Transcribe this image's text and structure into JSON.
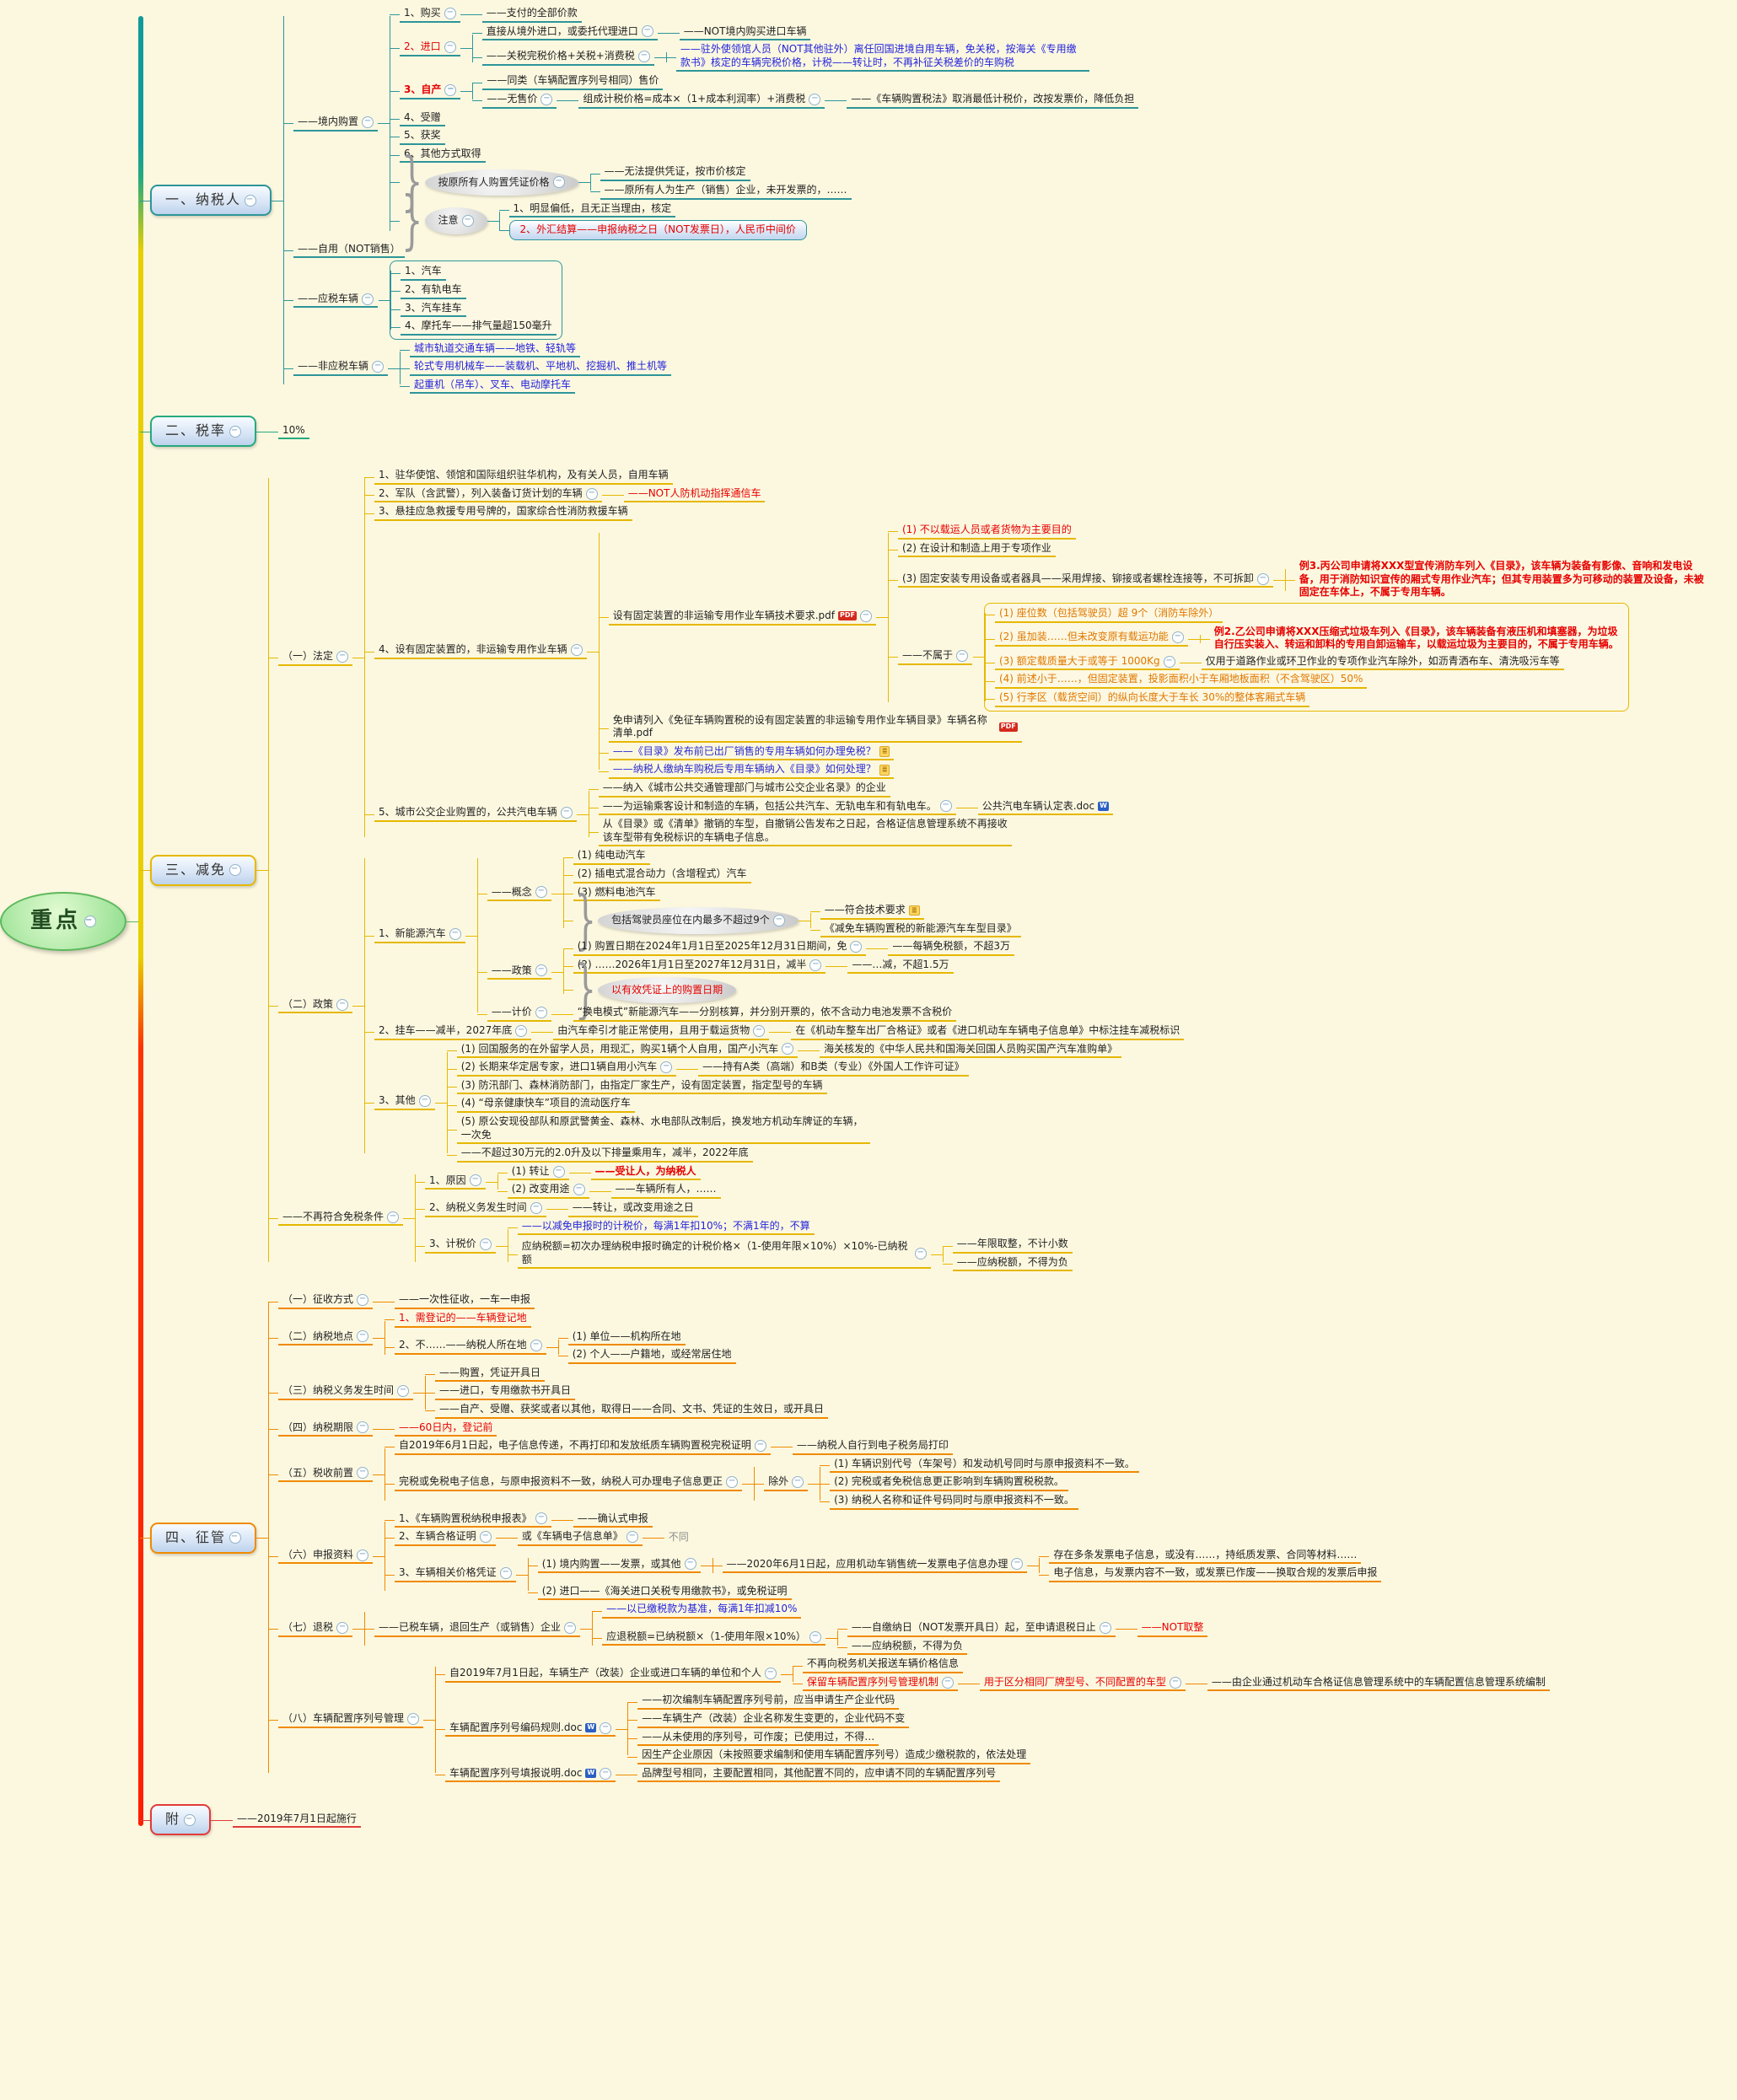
{
  "root": {
    "t": "重点",
    "s": "root",
    "n": "root-node",
    "bc": "#5cb85c",
    "ch": [
      {
        "t": "一、纳税人",
        "s": "mainbox",
        "n": "branch-taxpayer",
        "bc": "#2e9599",
        "ch": [
          {
            "t": "——境内购置",
            "ch": [
              {
                "t": "1、购买",
                "ch": [
                  {
                    "t": "——支付的全部价款"
                  }
                ]
              },
              {
                "t": "2、进口",
                "cls": "red",
                "ch": [
                  {
                    "t": "直接从境外进口，或委托代理进口",
                    "ch": [
                      {
                        "t": "——NOT境内购买进口车辆"
                      }
                    ]
                  },
                  {
                    "t": "——关税完税价格+关税+消费税",
                    "ch": [
                      {
                        "t": "——驻外使领馆人员（NOT其他驻外）离任回国进境自用车辆，免关税，按海关《专用缴款书》核定的车辆完税价格，计税——转让时，不再补征关税差价的车购税",
                        "cls": "blue"
                      }
                    ]
                  }
                ]
              },
              {
                "t": "3、自产",
                "cls": "red bold",
                "ch": [
                  {
                    "t": "——同类（车辆配置序列号相同）售价"
                  },
                  {
                    "t": "——无售价",
                    "ch": [
                      {
                        "t": "组成计税价格=成本×（1+成本利润率）+消费税",
                        "ch": [
                          {
                            "t": "——《车辆购置税法》取消最低计税价，改按发票价，降低负担"
                          }
                        ]
                      }
                    ]
                  }
                ]
              },
              {
                "t": "4、受赠"
              },
              {
                "t": "5、获奖"
              },
              {
                "t": "6、其他方式取得"
              },
              {
                "t": "按原所有人购置凭证价格",
                "s": "ellipse",
                "brace": true,
                "ch": [
                  {
                    "t": "——无法提供凭证，按市价核定"
                  },
                  {
                    "t": "——原所有人为生产（销售）企业，未开发票的，……"
                  }
                ]
              },
              {
                "t": "注意",
                "s": "ellipse",
                "brace": true,
                "n": "note-callout",
                "ch": [
                  {
                    "t": "1、明显偏低，且无正当理由，核定"
                  },
                  {
                    "t": "2、外汇结算——申报纳税之日（NOT发票日），人民币中间价",
                    "cls": "red",
                    "s": "box"
                  }
                ]
              }
            ]
          },
          {
            "t": "——自用（NOT销售）"
          },
          {
            "t": "——应税车辆",
            "frame": true,
            "ch": [
              {
                "t": "1、汽车"
              },
              {
                "t": "2、有轨电车"
              },
              {
                "t": "3、汽车挂车"
              },
              {
                "t": "4、摩托车——排气量超150毫升"
              }
            ]
          },
          {
            "t": "——非应税车辆",
            "ch": [
              {
                "t": "城市轨道交通车辆——地铁、轻轨等",
                "cls": "blue"
              },
              {
                "t": "轮式专用机械车——装载机、平地机、挖掘机、推土机等",
                "cls": "blue"
              },
              {
                "t": "起重机（吊车）、叉车、电动摩托车",
                "cls": "blue"
              }
            ]
          }
        ]
      },
      {
        "t": "二、税率",
        "s": "mainbox",
        "n": "branch-taxrate",
        "bc": "#27aa7e",
        "ch": [
          {
            "t": "10%"
          }
        ]
      },
      {
        "t": "三、减免",
        "s": "mainbox",
        "n": "branch-reduction",
        "bc": "#e6b800",
        "ch": [
          {
            "t": "（一）法定",
            "ch": [
              {
                "t": "1、驻华使馆、领馆和国际组织驻华机构，及有关人员，自用车辆"
              },
              {
                "t": "2、军队（含武警），列入装备订货计划的车辆",
                "ch": [
                  {
                    "t": "——NOT人防机动指挥通信车",
                    "cls": "red"
                  }
                ]
              },
              {
                "t": "3、悬挂应急救援专用号牌的，国家综合性消防救援车辆"
              },
              {
                "t": "4、设有固定装置的，非运输专用作业车辆",
                "ch": [
                  {
                    "t": "设有固定装置的非运输专用作业车辆技术要求.pdf",
                    "badge": "pdf",
                    "ch": [
                      {
                        "t": "(1) 不以载运人员或者货物为主要目的",
                        "cls": "red"
                      },
                      {
                        "t": "(2) 在设计和制造上用于专项作业"
                      },
                      {
                        "t": "(3) 固定安装专用设备或者器具——采用焊接、铆接或者螺栓连接等，不可拆卸",
                        "ch": [
                          {
                            "t": "例3.丙公司申请将XXX型宣传消防车列入《目录》，该车辆为装备有影像、音响和发电设备，用于消防知识宣传的厢式专用作业汽车；但其专用装置多为可移动的装置及设备，未被固定在车体上，不属于专用车辆。",
                            "cls": "red bold",
                            "s": "plain"
                          }
                        ]
                      },
                      {
                        "t": "——不属于",
                        "frame": true,
                        "ch": [
                          {
                            "t": "(1) 座位数（包括驾驶员）超 9个（消防车除外）",
                            "cls": "orange"
                          },
                          {
                            "t": "(2) 虽加装……但未改变原有载运功能",
                            "cls": "orange",
                            "ch": [
                              {
                                "t": "例2.乙公司申请将XXX压缩式垃圾车列入《目录》，该车辆装备有液压机和填塞器，为垃圾自行压实装入、转运和卸料的专用自卸运输车，以载运垃圾为主要目的，不属于专用车辆。",
                                "cls": "red bold",
                                "s": "plain"
                              }
                            ]
                          },
                          {
                            "t": "(3) 额定载质量大于或等于 1000Kg",
                            "cls": "orange",
                            "ch": [
                              {
                                "t": "仅用于道路作业或环卫作业的专项作业汽车除外，如沥青洒布车、清洗吸污车等"
                              }
                            ]
                          },
                          {
                            "t": "(4) 前述小于……，但固定装置，投影面积小于车厢地板面积（不含驾驶区）50%",
                            "cls": "orange"
                          },
                          {
                            "t": "(5) 行李区（载货空间）的纵向长度大于车长 30%的整体客厢式车辆",
                            "cls": "orange"
                          }
                        ]
                      }
                    ]
                  },
                  {
                    "t": "免申请列入《免征车辆购置税的设有固定装置的非运输专用作业车辆目录》车辆名称清单.pdf",
                    "badge": "pdf"
                  },
                  {
                    "t": "——《目录》发布前已出厂销售的专用车辆如何办理免税？",
                    "cls": "link",
                    "badge": "note"
                  },
                  {
                    "t": "——纳税人缴纳车购税后专用车辆纳入《目录》如何处理？",
                    "cls": "link",
                    "badge": "note"
                  }
                ]
              },
              {
                "t": "5、城市公交企业购置的，公共汽电车辆",
                "ch": [
                  {
                    "t": "——纳入《城市公共交通管理部门与城市公交企业名录》的企业"
                  },
                  {
                    "t": "——为运输乘客设计和制造的车辆，包括公共汽车、无轨电车和有轨电车。",
                    "ch": [
                      {
                        "t": "公共汽电车辆认定表.doc",
                        "badge": "doc"
                      }
                    ]
                  },
                  {
                    "t": "从《目录》或《清单》撤销的车型，自撤销公告发布之日起，合格证信息管理系统不再接收该车型带有免税标识的车辆电子信息。"
                  }
                ]
              }
            ]
          },
          {
            "t": "（二）政策",
            "ch": [
              {
                "t": "1、新能源汽车",
                "ch": [
                  {
                    "t": "——概念",
                    "ch": [
                      {
                        "t": "(1) 纯电动汽车"
                      },
                      {
                        "t": "(2) 插电式混合动力（含增程式）汽车"
                      },
                      {
                        "t": "(3) 燃料电池汽车"
                      },
                      {
                        "t": "包括驾驶员座位在内最多不超过9个",
                        "s": "ellipse",
                        "brace": true,
                        "ch": [
                          {
                            "t": "——符合技术要求",
                            "badge": "note"
                          },
                          {
                            "t": "《减免车辆购置税的新能源汽车车型目录》"
                          }
                        ]
                      }
                    ]
                  },
                  {
                    "t": "——政策",
                    "ch": [
                      {
                        "t": "(1) 购置日期在2024年1月1日至2025年12月31日期间，免",
                        "ch": [
                          {
                            "t": "——每辆免税额，不超3万"
                          }
                        ]
                      },
                      {
                        "t": "(2) ……2026年1月1日至2027年12月31日，减半",
                        "ch": [
                          {
                            "t": "——…减，不超1.5万"
                          }
                        ]
                      },
                      {
                        "t": "以有效凭证上的购置日期",
                        "s": "ellipse",
                        "brace": true,
                        "cls": "red"
                      }
                    ]
                  },
                  {
                    "t": "——计价",
                    "ch": [
                      {
                        "t": "“换电模式”新能源汽车——分别核算，并分别开票的，依不含动力电池发票不含税价"
                      }
                    ]
                  }
                ]
              },
              {
                "t": "2、挂车——减半，2027年底",
                "ch": [
                  {
                    "t": "由汽车牵引才能正常使用，且用于载运货物",
                    "ch": [
                      {
                        "t": "在《机动车整车出厂合格证》或者《进口机动车车辆电子信息单》中标注挂车减税标识"
                      }
                    ]
                  }
                ]
              },
              {
                "t": "3、其他",
                "ch": [
                  {
                    "t": "(1) 回国服务的在外留学人员，用现汇，购买1辆个人自用，国产小汽车",
                    "ch": [
                      {
                        "t": "海关核发的《中华人民共和国海关回国人员购买国产汽车准购单》"
                      }
                    ]
                  },
                  {
                    "t": "(2) 长期来华定居专家，进口1辆自用小汽车",
                    "ch": [
                      {
                        "t": "——持有A类（高端）和B类（专业）《外国人工作许可证》"
                      }
                    ]
                  },
                  {
                    "t": "(3) 防汛部门、森林消防部门，由指定厂家生产，设有固定装置，指定型号的车辆"
                  },
                  {
                    "t": "(4) “母亲健康快车”项目的流动医疗车"
                  },
                  {
                    "t": "(5) 原公安现役部队和原武警黄金、森林、水电部队改制后，换发地方机动车牌证的车辆，一次免"
                  },
                  {
                    "t": "——不超过30万元的2.0升及以下排量乘用车，减半，2022年底"
                  }
                ]
              }
            ]
          },
          {
            "t": "——不再符合免税条件",
            "ch": [
              {
                "t": "1、原因",
                "ch": [
                  {
                    "t": "(1) 转让",
                    "ch": [
                      {
                        "t": "——受让人，为纳税人",
                        "cls": "red bold"
                      }
                    ]
                  },
                  {
                    "t": "(2) 改变用途",
                    "ch": [
                      {
                        "t": "——车辆所有人，……"
                      }
                    ]
                  }
                ]
              },
              {
                "t": "2、纳税义务发生时间",
                "ch": [
                  {
                    "t": "——转让，或改变用途之日"
                  }
                ]
              },
              {
                "t": "3、计税价",
                "ch": [
                  {
                    "t": "——以减免申报时的计税价，每满1年扣10%；不满1年的，不算",
                    "cls": "blue"
                  },
                  {
                    "t": "应纳税额=初次办理纳税申报时确定的计税价格×（1-使用年限×10%）×10%-已纳税额",
                    "ch": [
                      {
                        "t": "——年限取整，不计小数"
                      },
                      {
                        "t": "——应纳税额，不得为负"
                      }
                    ]
                  }
                ]
              }
            ]
          }
        ]
      },
      {
        "t": "四、征管",
        "s": "mainbox",
        "n": "branch-administration",
        "bc": "#f08a00",
        "ch": [
          {
            "t": "（一）征收方式",
            "ch": [
              {
                "t": "——一次性征收，一车一申报"
              }
            ]
          },
          {
            "t": "（二）纳税地点",
            "ch": [
              {
                "t": "1、需登记的——车辆登记地",
                "cls": "red"
              },
              {
                "t": "2、不……——纳税人所在地",
                "ch": [
                  {
                    "t": "(1) 单位——机构所在地"
                  },
                  {
                    "t": "(2) 个人——户籍地，或经常居住地"
                  }
                ]
              }
            ]
          },
          {
            "t": "（三）纳税义务发生时间",
            "ch": [
              {
                "t": "——购置，凭证开具日"
              },
              {
                "t": "——进口，专用缴款书开具日"
              },
              {
                "t": "——自产、受赠、获奖或者以其他，取得日——合同、文书、凭证的生效日，或开具日"
              }
            ]
          },
          {
            "t": "（四）纳税期限",
            "ch": [
              {
                "t": "——60日内，登记前",
                "cls": "red"
              }
            ]
          },
          {
            "t": "（五）税收前置",
            "ch": [
              {
                "t": "自2019年6月1日起，电子信息传递，不再打印和发放纸质车辆购置税完税证明",
                "ch": [
                  {
                    "t": "——纳税人自行到电子税务局打印"
                  }
                ]
              },
              {
                "t": "完税或免税电子信息，与原申报资料不一致，纳税人可办理电子信息更正",
                "ch": [
                  {
                    "t": "除外",
                    "ch": [
                      {
                        "t": "(1) 车辆识别代号（车架号）和发动机号同时与原申报资料不一致。"
                      },
                      {
                        "t": "(2) 完税或者免税信息更正影响到车辆购置税税款。"
                      },
                      {
                        "t": "(3) 纳税人名称和证件号码同时与原申报资料不一致。"
                      }
                    ]
                  }
                ]
              }
            ]
          },
          {
            "t": "（六）申报资料",
            "ch": [
              {
                "t": "1、《车辆购置税纳税申报表》",
                "ch": [
                  {
                    "t": "——确认式申报"
                  }
                ]
              },
              {
                "t": "2、车辆合格证明",
                "ch": [
                  {
                    "t": "或《车辆电子信息单》",
                    "ch": [
                      {
                        "t": "不同",
                        "cls": "gray",
                        "s": "plain"
                      }
                    ]
                  }
                ]
              },
              {
                "t": "3、车辆相关价格凭证",
                "ch": [
                  {
                    "t": "(1) 境内购置——发票，或其他",
                    "ch": [
                      {
                        "t": "——2020年6月1日起，应用机动车销售统一发票电子信息办理",
                        "ch": [
                          {
                            "t": "存在多条发票电子信息，或没有……，持纸质发票、合同等材料……"
                          },
                          {
                            "t": "电子信息，与发票内容不一致，或发票已作废——换取合规的发票后申报"
                          }
                        ]
                      }
                    ]
                  },
                  {
                    "t": "(2) 进口——《海关进口关税专用缴款书》，或免税证明"
                  }
                ]
              }
            ]
          },
          {
            "t": "（七）退税",
            "ch": [
              {
                "t": "——已税车辆，退回生产（或销售）企业",
                "ch": [
                  {
                    "t": "——以已缴税款为基准，每满1年扣减10%",
                    "cls": "blue"
                  },
                  {
                    "t": "应退税额=已纳税额×（1-使用年限×10%）",
                    "ch": [
                      {
                        "t": "——自缴纳日（NOT发票开具日）起，至申请退税日止",
                        "ch": [
                          {
                            "t": "——NOT取整",
                            "cls": "red"
                          }
                        ]
                      },
                      {
                        "t": "——应纳税额，不得为负"
                      }
                    ]
                  }
                ]
              }
            ]
          },
          {
            "t": "（八）车辆配置序列号管理",
            "ch": [
              {
                "t": "自2019年7月1日起，车辆生产（改装）企业或进口车辆的单位和个人",
                "ch": [
                  {
                    "t": "不再向税务机关报送车辆价格信息"
                  },
                  {
                    "t": "保留车辆配置序列号管理机制",
                    "cls": "red",
                    "ch": [
                      {
                        "t": "用于区分相同厂牌型号、不同配置的车型",
                        "cls": "red",
                        "ch": [
                          {
                            "t": "——由企业通过机动车合格证信息管理系统中的车辆配置信息管理系统编制"
                          }
                        ]
                      }
                    ]
                  }
                ]
              },
              {
                "t": "车辆配置序列号编码规则.doc",
                "badge": "doc",
                "ch": [
                  {
                    "t": "——初次编制车辆配置序列号前，应当申请生产企业代码"
                  },
                  {
                    "t": "——车辆生产（改装）企业名称发生变更的，企业代码不变"
                  },
                  {
                    "t": "——从未使用的序列号，可作废；已使用过，不得…"
                  },
                  {
                    "t": "因生产企业原因（未按照要求编制和使用车辆配置序列号）造成少缴税款的，依法处理"
                  }
                ]
              },
              {
                "t": "车辆配置序列号填报说明.doc",
                "badge": "doc",
                "ch": [
                  {
                    "t": "品牌型号相同，主要配置相同，其他配置不同的，应申请不同的车辆配置序列号"
                  }
                ]
              }
            ]
          }
        ]
      },
      {
        "t": "附",
        "s": "mainbox",
        "n": "branch-appendix",
        "bc": "#e23a3a",
        "ch": [
          {
            "t": "——2019年7月1日起施行"
          }
        ]
      }
    ]
  },
  "icons": {
    "collapse": "−",
    "pdf": "PDF",
    "doc": "W",
    "note": "≣"
  },
  "colors": {
    "background": "#fcf8e0",
    "taxpayer": "#2e9599",
    "taxrate": "#27aa7e",
    "reduction": "#e6b800",
    "administration": "#f08a00",
    "appendix": "#e23a3a",
    "root": "#5cb85c",
    "red": "#e60000",
    "blue": "#2323dd",
    "orange": "#e07800",
    "gray": "#8a8a8a"
  }
}
